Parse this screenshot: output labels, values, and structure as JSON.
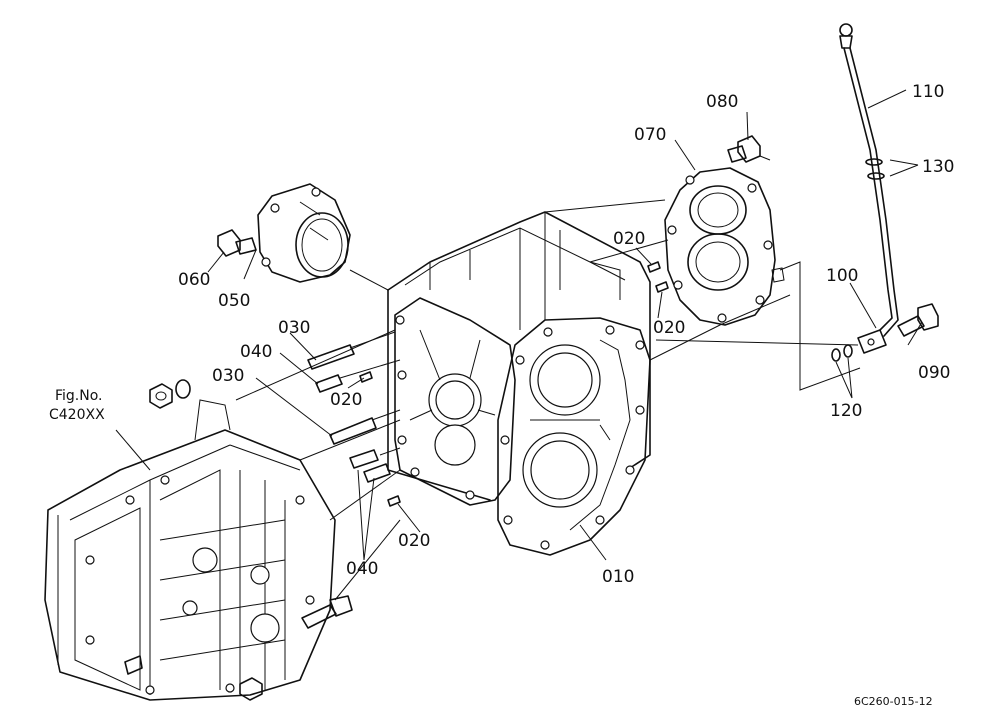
{
  "callouts": {
    "p010": "010",
    "p020a": "020",
    "p020b": "020",
    "p020c": "020",
    "p020d": "020",
    "p030a": "030",
    "p030b": "030",
    "p040a": "040",
    "p040b": "040",
    "p050": "050",
    "p060": "060",
    "p070": "070",
    "p080": "080",
    "p090": "090",
    "p100": "100",
    "p110": "110",
    "p120": "120",
    "p130": "130"
  },
  "reference": {
    "line1": "Fig.No.",
    "line2": "C420XX"
  },
  "drawing_code": "6C260-015-12"
}
